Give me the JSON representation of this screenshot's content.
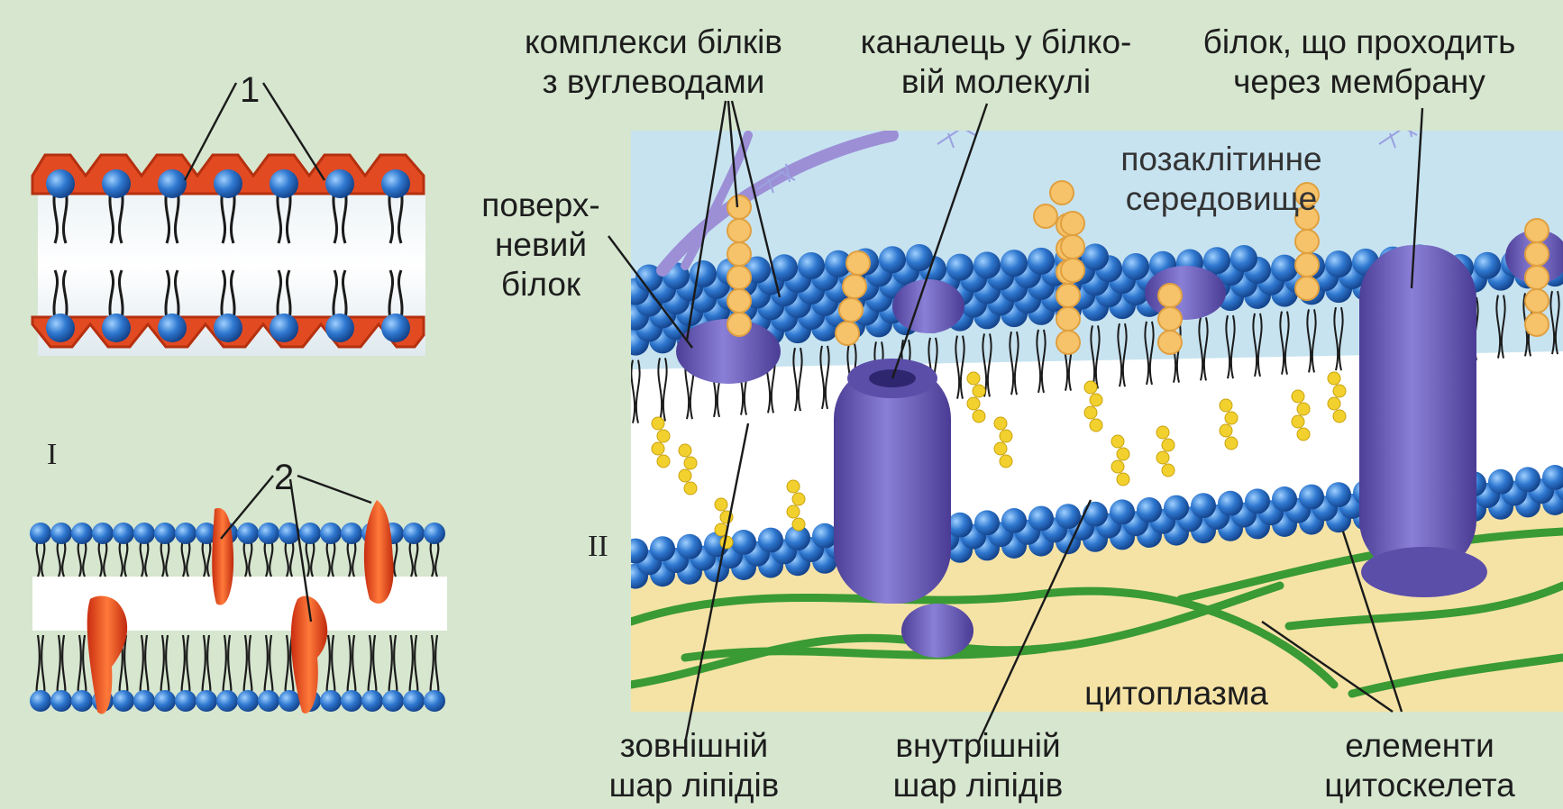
{
  "figure": {
    "roman_labels": {
      "first": "I",
      "second": "II"
    },
    "numbers": {
      "one": "1",
      "two": "2"
    },
    "labels": {
      "protein_carb_complex": [
        "комплекси білків",
        "з вуглеводами"
      ],
      "protein_channel": [
        "каналець у білко-",
        "вій молекулі"
      ],
      "transmembrane_protein": [
        "білок, що проходить",
        "через мембрану"
      ],
      "extracellular": [
        "позаклітинне",
        "середовище"
      ],
      "surface_protein": [
        "поверх-",
        "невий",
        "білок"
      ],
      "cytoplasm": "цитоплазма",
      "outer_lipid_layer": [
        "зовнішній",
        "шар ліпідів"
      ],
      "inner_lipid_layer": [
        "внутрішній",
        "шар ліпідів"
      ],
      "cytoskeleton": [
        "елементи",
        "цитоскелета"
      ]
    },
    "colors": {
      "background": "#d6e6cf",
      "protein_layer": "#d9401c",
      "lipid_head": "#1f63b8",
      "protein": "#6f5fb8",
      "carbohydrate": "#f6c36a",
      "cytoplasm": "#f5e3a6",
      "extracellular_fluid": "#c7e3f0",
      "cytoskeleton": "#3a9a34",
      "cholesterol": "#f2d12e"
    }
  }
}
